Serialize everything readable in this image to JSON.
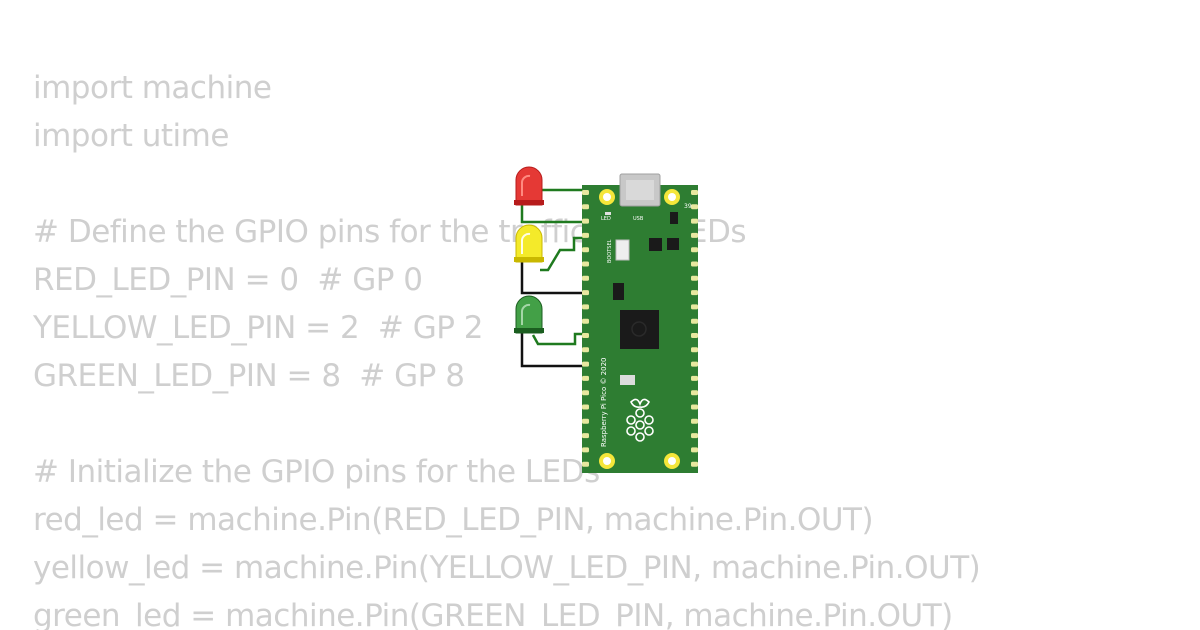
{
  "code": {
    "lines": [
      "import machine",
      "import utime",
      "",
      "# Define the GPIO pins for the traffic light LEDs",
      "RED_LED_PIN = 0  # GP 0",
      "YELLOW_LED_PIN = 2  # GP 2",
      "GREEN_LED_PIN = 8  # GP 8",
      "",
      "# Initialize the GPIO pins for the LEDs",
      "red_led = machine.Pin(RED_LED_PIN, machine.Pin.OUT)",
      "yellow_led = machine.Pin(YELLOW_LED_PIN, machine.Pin.OUT)",
      "green_led = machine.Pin(GREEN_LED_PIN, machine.Pin.OUT)"
    ]
  },
  "board": {
    "model": "Raspberry Pi Pico © 2020",
    "labels": {
      "led": "LED",
      "usb": "USB",
      "bootsel": "BOOTSEL",
      "pin_top_right": "39"
    },
    "colors": {
      "pcb": "#2e7d32",
      "pad": "#f5e63a",
      "chip": "#1a1a1a",
      "usb": "#c8c8c8",
      "wire_green": "#1f7a1f",
      "wire_black": "#111111"
    }
  },
  "leds": [
    {
      "name": "red",
      "color": "#e53935",
      "dark": "#b71c1c"
    },
    {
      "name": "yellow",
      "color": "#f4ea2a",
      "dark": "#c9b800"
    },
    {
      "name": "green",
      "color": "#43a047",
      "dark": "#1b5e20"
    }
  ]
}
